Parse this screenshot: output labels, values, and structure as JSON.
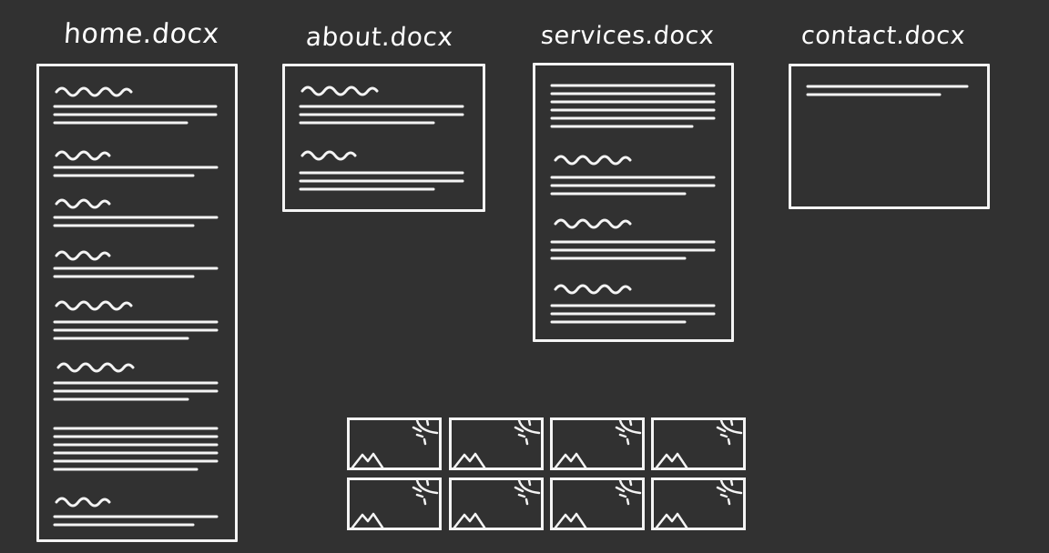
{
  "documents": [
    {
      "file_name": "home.docx"
    },
    {
      "file_name": "about.docx"
    },
    {
      "file_name": "services.docx"
    },
    {
      "file_name": "contact.docx"
    }
  ],
  "image_gallery": {
    "rows": 2,
    "columns": 4,
    "icon": "landscape-image-icon"
  },
  "colors": {
    "background": "#313131",
    "stroke": "#f4f4f4"
  }
}
